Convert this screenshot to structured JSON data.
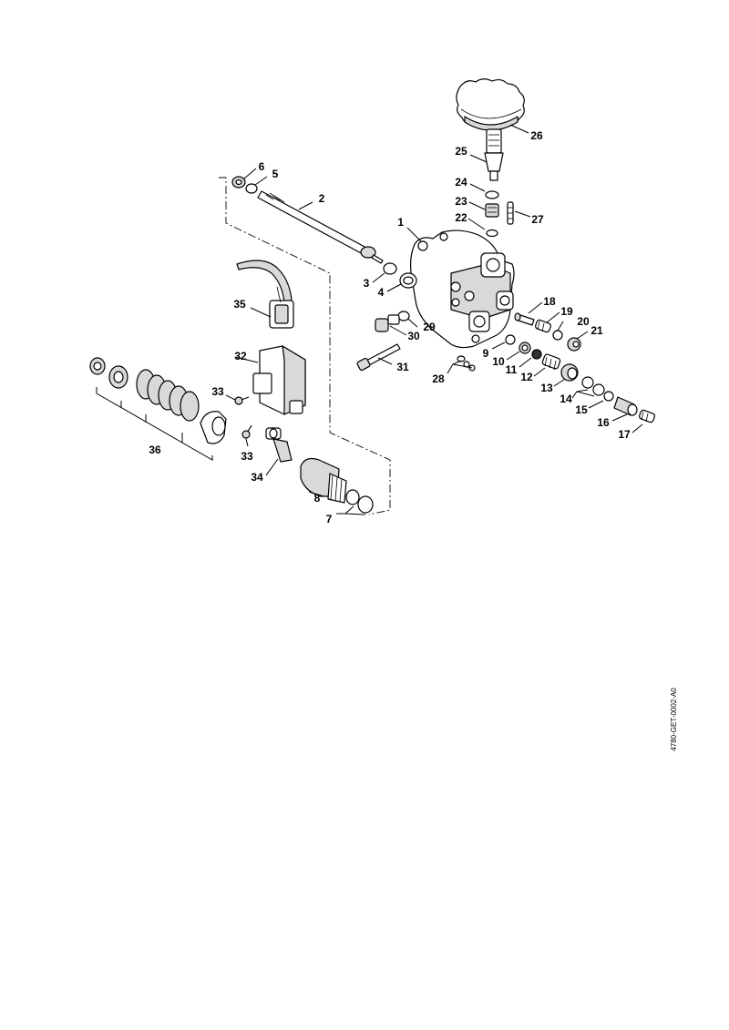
{
  "diagram": {
    "document_reference": "4780-GET-0002-A0",
    "part_labels": [
      "1",
      "2",
      "3",
      "4",
      "5",
      "6",
      "7",
      "8",
      "9",
      "10",
      "11",
      "12",
      "13",
      "14",
      "15",
      "16",
      "17",
      "18",
      "19",
      "20",
      "21",
      "22",
      "23",
      "24",
      "25",
      "26",
      "27",
      "28",
      "29",
      "30",
      "31",
      "32",
      "33",
      "33",
      "34",
      "35",
      "36"
    ]
  }
}
